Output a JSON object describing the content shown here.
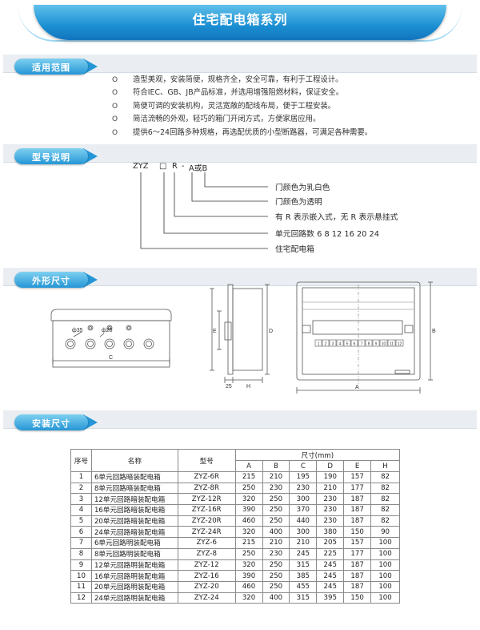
{
  "banner": {
    "title": "住宅配电箱系列"
  },
  "sections": {
    "application": "适用范围",
    "model": "型号说明",
    "outline": "外形尺寸",
    "install": "安装尺寸"
  },
  "application_bullet": "O",
  "application_items": [
    "造型美观，安装简便，规格齐全，安全可靠，有利于工程设计。",
    "符合IEC、GB、JB产品标准，并选用增强阻燃材料，保证安全。",
    "简便可调的安装机构，灵活宽敞的配线布局，便于工程安装。",
    "简洁流畅的外观，轻巧的箱门开闭方式，方便家居应用。",
    "提供6～24回路多种规格，再选配优质的小型断路器，可满足各种需要。"
  ],
  "model_code": {
    "prefix": "ZYZ",
    "box": "□",
    "r": "R",
    "dash": "-",
    "ab": "A或B",
    "desc": [
      "门颜色为乳白色",
      "门颜色为透明",
      "有 R 表示嵌入式，无 R 表示悬挂式",
      "单元回路数 6  8  12 16 20 24",
      "住宅配电箱"
    ]
  },
  "drawing_labels": {
    "phi35": "ф35",
    "phi25": "ф25",
    "C": "C",
    "E": "E",
    "D": "D",
    "dim25": "25",
    "H": "H",
    "A": "A",
    "B": "B",
    "slots": [
      "1",
      "2",
      "3",
      "4",
      "5",
      "6",
      "7",
      "8",
      "9",
      "10",
      "11",
      "12"
    ]
  },
  "table": {
    "headers": {
      "no": "序号",
      "name": "名称",
      "model": "型号",
      "size": "尺寸(mm)"
    },
    "size_cols": [
      "A",
      "B",
      "C",
      "D",
      "E",
      "H"
    ],
    "rows": [
      {
        "no": "1",
        "name": "6单元回路暗装配电箱",
        "model": "ZYZ-6R",
        "v": [
          "215",
          "210",
          "195",
          "190",
          "157",
          "82"
        ]
      },
      {
        "no": "2",
        "name": "8单元回路暗装配电箱",
        "model": "ZYZ-8R",
        "v": [
          "250",
          "230",
          "230",
          "210",
          "177",
          "82"
        ]
      },
      {
        "no": "3",
        "name": "12单元回路暗装配电箱",
        "model": "ZYZ-12R",
        "v": [
          "320",
          "250",
          "300",
          "230",
          "187",
          "82"
        ]
      },
      {
        "no": "4",
        "name": "16单元回路暗装配电箱",
        "model": "ZYZ-16R",
        "v": [
          "390",
          "250",
          "370",
          "230",
          "187",
          "82"
        ]
      },
      {
        "no": "5",
        "name": "20单元回路暗装配电箱",
        "model": "ZYZ-20R",
        "v": [
          "460",
          "250",
          "440",
          "230",
          "187",
          "82"
        ]
      },
      {
        "no": "6",
        "name": "24单元回路暗装配电箱",
        "model": "ZYZ-24R",
        "v": [
          "320",
          "400",
          "300",
          "380",
          "150",
          "90"
        ]
      },
      {
        "no": "7",
        "name": "6单元回路明装配电箱",
        "model": "ZYZ-6",
        "v": [
          "215",
          "210",
          "210",
          "205",
          "157",
          "100"
        ]
      },
      {
        "no": "8",
        "name": "8单元回路明装配电箱",
        "model": "ZYZ-8",
        "v": [
          "250",
          "230",
          "245",
          "225",
          "177",
          "100"
        ]
      },
      {
        "no": "9",
        "name": "12单元回路明装配电箱",
        "model": "ZYZ-12",
        "v": [
          "320",
          "250",
          "315",
          "245",
          "187",
          "100"
        ]
      },
      {
        "no": "10",
        "name": "16单元回路明装配电箱",
        "model": "ZYZ-16",
        "v": [
          "390",
          "250",
          "385",
          "245",
          "187",
          "100"
        ]
      },
      {
        "no": "11",
        "name": "20单元回路明装配电箱",
        "model": "ZYZ-20",
        "v": [
          "460",
          "250",
          "455",
          "245",
          "187",
          "100"
        ]
      },
      {
        "no": "12",
        "name": "24单元回路明装配电箱",
        "model": "ZYZ-24",
        "v": [
          "320",
          "400",
          "315",
          "395",
          "150",
          "100"
        ]
      }
    ]
  },
  "colors": {
    "accent": "#1c8fd3",
    "band": "#eaeef2"
  }
}
